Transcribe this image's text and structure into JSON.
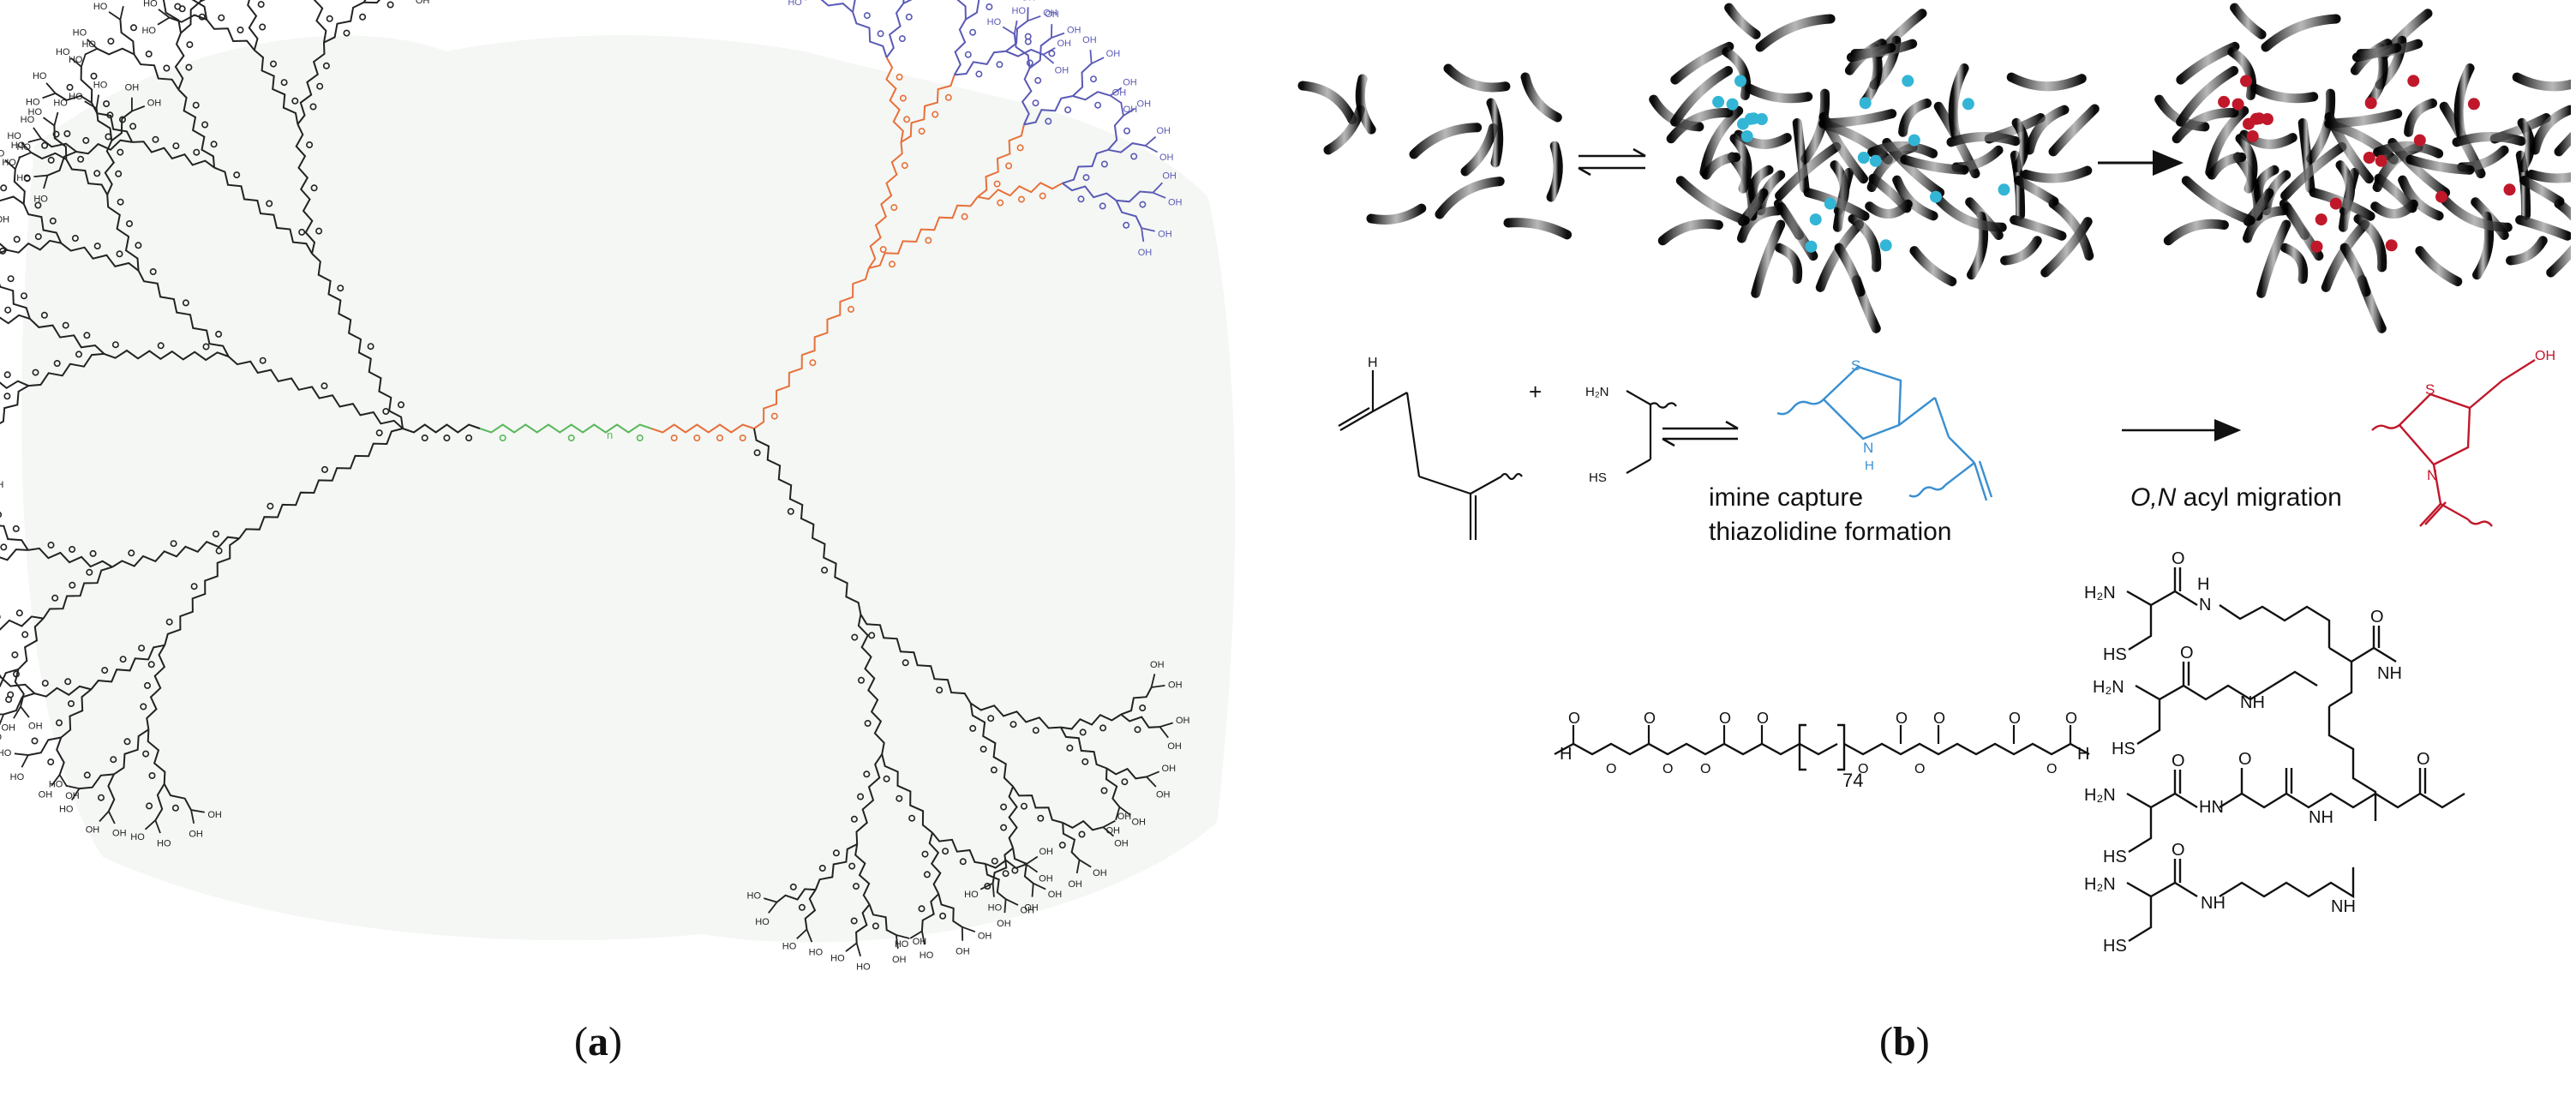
{
  "captions": {
    "a_letter": "a",
    "b_letter": "b"
  },
  "panel_a": {
    "peg_repeat": "n",
    "label_OH": "OH",
    "label_HO": "HO",
    "label_O": "O",
    "colors": {
      "core_peg": "#5cb85c",
      "inner_ester": "#e8703a",
      "outer_glycerol": "#5a5ab5",
      "scaffold": "#222222",
      "hull": "#f4f7f4"
    }
  },
  "panel_b": {
    "network_colors": {
      "uncrosslinked_node": "#33b5d6",
      "crosslinked_node": "#c0182a"
    },
    "scheme": {
      "plus": "+",
      "H": "H",
      "NH2": "H₂N",
      "HS": "HS",
      "thz_S": "S",
      "thz_N": "N",
      "thz_H": "H",
      "oh": "OH",
      "step1_line1": "imine capture",
      "step1_line2": "thiazolidine formation",
      "step2_italic": "O,N",
      "step2_rest": " acyl migration"
    },
    "peg_dialdehyde": {
      "H": "H",
      "O": "O",
      "repeat": "74"
    },
    "peptide": {
      "H2N": "H₂N",
      "HS": "HS",
      "NH": "NH",
      "HN": "HN",
      "N": "N",
      "H": "H",
      "O": "O"
    },
    "colors": {
      "blue": "#3a8fd0",
      "red": "#c0182a"
    }
  }
}
